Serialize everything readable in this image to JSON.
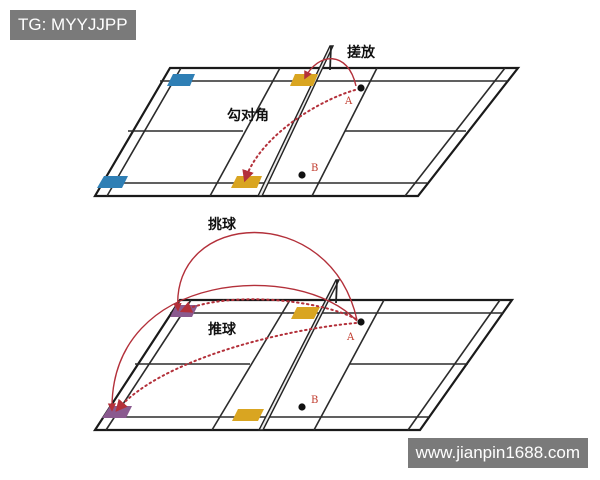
{
  "watermark_top": "TG: MYYJJPP",
  "watermark_bottom": "www.jianpin1688.com",
  "diagram_top": {
    "label_net_shot": "搓放",
    "label_cross": "勾对角",
    "point_a": "A",
    "point_b": "B"
  },
  "diagram_bottom": {
    "label_lift": "挑球",
    "label_push": "推球",
    "point_a": "A",
    "point_b": "B"
  },
  "colors": {
    "line": "#2b2b2b",
    "trajectory": "#b3303a",
    "zone_blue": "#2f7fb5",
    "zone_gold": "#d9a521",
    "zone_purple": "#8a5a8f",
    "watermark_bg": "#7a7a7a"
  }
}
